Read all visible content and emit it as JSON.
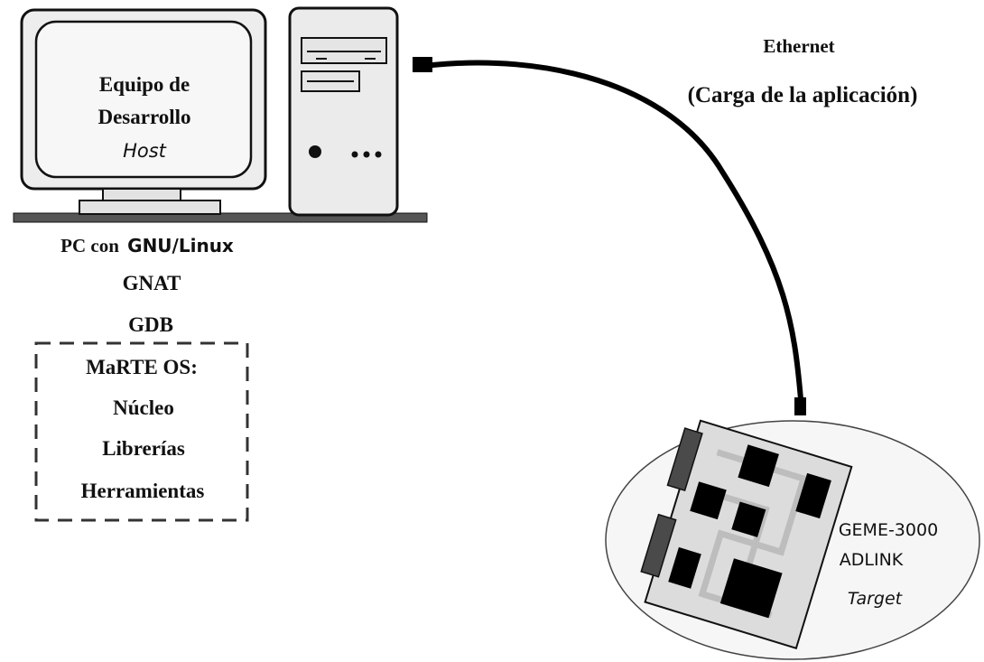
{
  "host": {
    "monitor_line1": "Equipo de",
    "monitor_line2": "Desarrollo",
    "monitor_line3": "Host",
    "pc_prefix": "PC con",
    "pc_os": "GNU/Linux",
    "tool_gnat": "GNAT",
    "tool_gdb": "GDB"
  },
  "marte_box": {
    "title": "MaRTE OS:",
    "items": [
      "Núcleo",
      "Librerías",
      "Herramientas"
    ]
  },
  "connection": {
    "line1": "Ethernet",
    "line2": "(Carga de la aplicación)"
  },
  "target": {
    "line1": "GEME-3000",
    "line2": "ADLINK",
    "line3": "Target"
  },
  "colors": {
    "outline": "#111111",
    "device_fill": "#f0f0f0",
    "screen_fill": "#f7f7f7",
    "board_fill": "#dcdcdc",
    "chip_fill": "#000000",
    "connector_fill": "#4a4a4a",
    "trace_color": "#bdbdbd",
    "cable": "#000000"
  }
}
